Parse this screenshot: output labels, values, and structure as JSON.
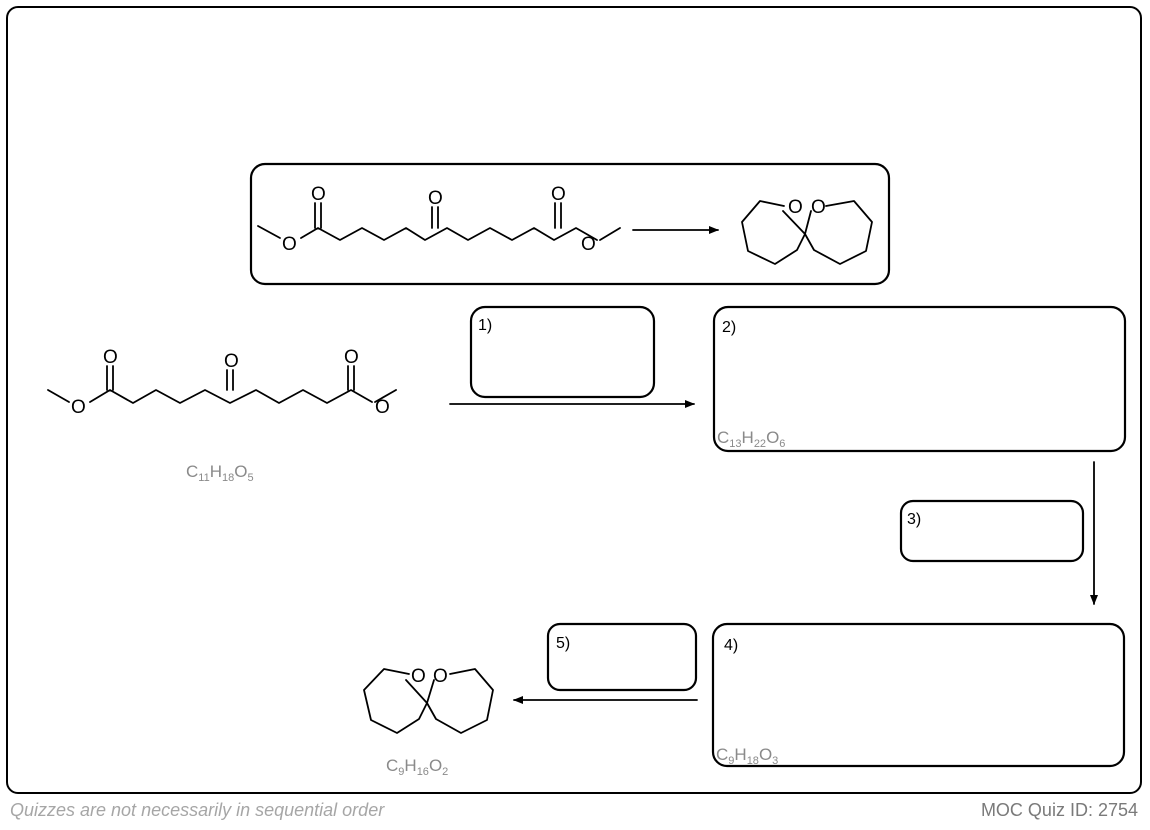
{
  "steps": {
    "s1": "1)",
    "s2": "2)",
    "s3": "3)",
    "s4": "4)",
    "s5": "5)"
  },
  "atoms": {
    "oxygen": "O"
  },
  "formulas": {
    "start": {
      "p1": "C",
      "s1": "11",
      "p2": "H",
      "s2": "18",
      "p3": "O",
      "s3": "5"
    },
    "step2": {
      "p1": "C",
      "s1": "13",
      "p2": "H",
      "s2": "22",
      "p3": "O",
      "s3": "6"
    },
    "step4": {
      "p1": "C",
      "s1": "9",
      "p2": "H",
      "s2": "18",
      "p3": "O",
      "s3": "3"
    },
    "product": {
      "p1": "C",
      "s1": "9",
      "p2": "H",
      "s2": "16",
      "p3": "O",
      "s3": "2"
    }
  },
  "footer": {
    "left": "Quizzes are not necessarily in sequential order",
    "right": "MOC Quiz ID: 2754"
  }
}
